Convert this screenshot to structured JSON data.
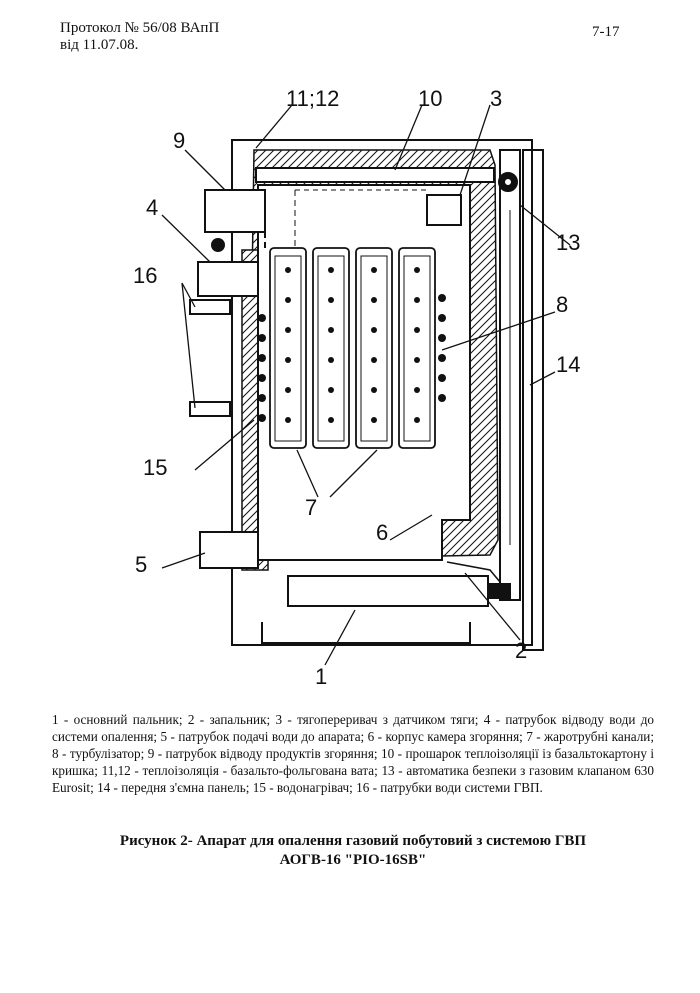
{
  "header": {
    "protocol_line": "Протокол № 56/08 ВАпП",
    "date_line": "від 11.07.08.",
    "page_ref": "7-17"
  },
  "diagram": {
    "labels": [
      "11;12",
      "10",
      "3",
      "9",
      "4",
      "13",
      "16",
      "8",
      "14",
      "15",
      "7",
      "6",
      "5",
      "2",
      "1"
    ]
  },
  "legend": {
    "items": [
      "1 - основний пальник;",
      "2 - запальник;",
      "3 - тягопереривач з датчиком тяги;",
      "4 - патрубок відводу води до системи опалення;",
      "5 - патрубок подачі води до апарата;",
      "6 - корпус камера згоряння;",
      "7 - жаротрубні канали;",
      "8 - турбулізатор;",
      "9 - патрубок відводу продуктів згоряння;",
      "10 - прошарок теплоізоляції із базальтокартону і кришка;",
      "11,12 - теплоізоляція - базальто-фольгована вата;",
      "13 - автоматика безпеки з газовим клапаном 630 Eurosit;",
      "14 - передня з'ємна панель;",
      "15 - водонагрівач;",
      "16 - патрубки води системи ГВП."
    ]
  },
  "caption": {
    "line1": "Рисунок 2-  Апарат  для опалення газовий побутовий з системою ГВП",
    "line2": "АОГВ-16  \"РІО-16SB\""
  },
  "colors": {
    "ink": "#111111",
    "paper": "#ffffff"
  }
}
